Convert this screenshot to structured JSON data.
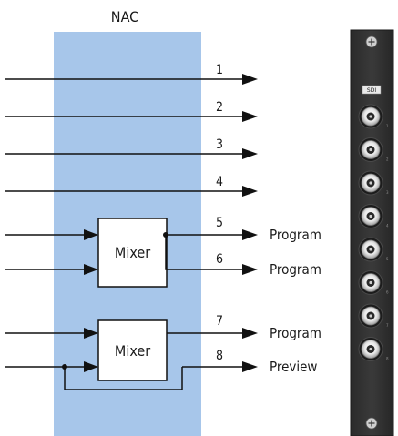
{
  "title": "NAC",
  "mixers": [
    {
      "label": "Mixer"
    },
    {
      "label": "Mixer"
    }
  ],
  "outputs": [
    {
      "number": "1",
      "label": ""
    },
    {
      "number": "2",
      "label": ""
    },
    {
      "number": "3",
      "label": ""
    },
    {
      "number": "4",
      "label": ""
    },
    {
      "number": "5",
      "label": "Program"
    },
    {
      "number": "6",
      "label": "Program"
    },
    {
      "number": "7",
      "label": "Program"
    },
    {
      "number": "8",
      "label": "Preview"
    }
  ],
  "panel": {
    "badge": "SDI",
    "connector_count": 8
  },
  "colors": {
    "nac_band": "#a7c6ea",
    "line": "#111111",
    "panel": "#333333"
  }
}
